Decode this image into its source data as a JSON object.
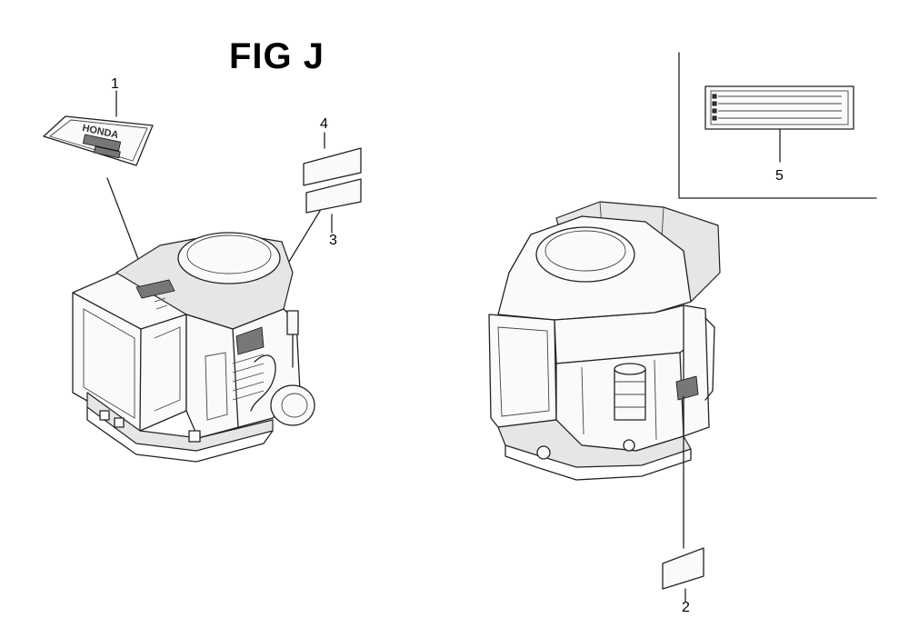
{
  "figure": {
    "title": "FIG J"
  },
  "callouts": [
    {
      "id": "1",
      "label": "1"
    },
    {
      "id": "2",
      "label": "2"
    },
    {
      "id": "3",
      "label": "3"
    },
    {
      "id": "4",
      "label": "4"
    },
    {
      "id": "5",
      "label": "5"
    }
  ],
  "decal_1_text": "HONDA",
  "colors": {
    "ink": "#222222",
    "background": "#ffffff"
  }
}
